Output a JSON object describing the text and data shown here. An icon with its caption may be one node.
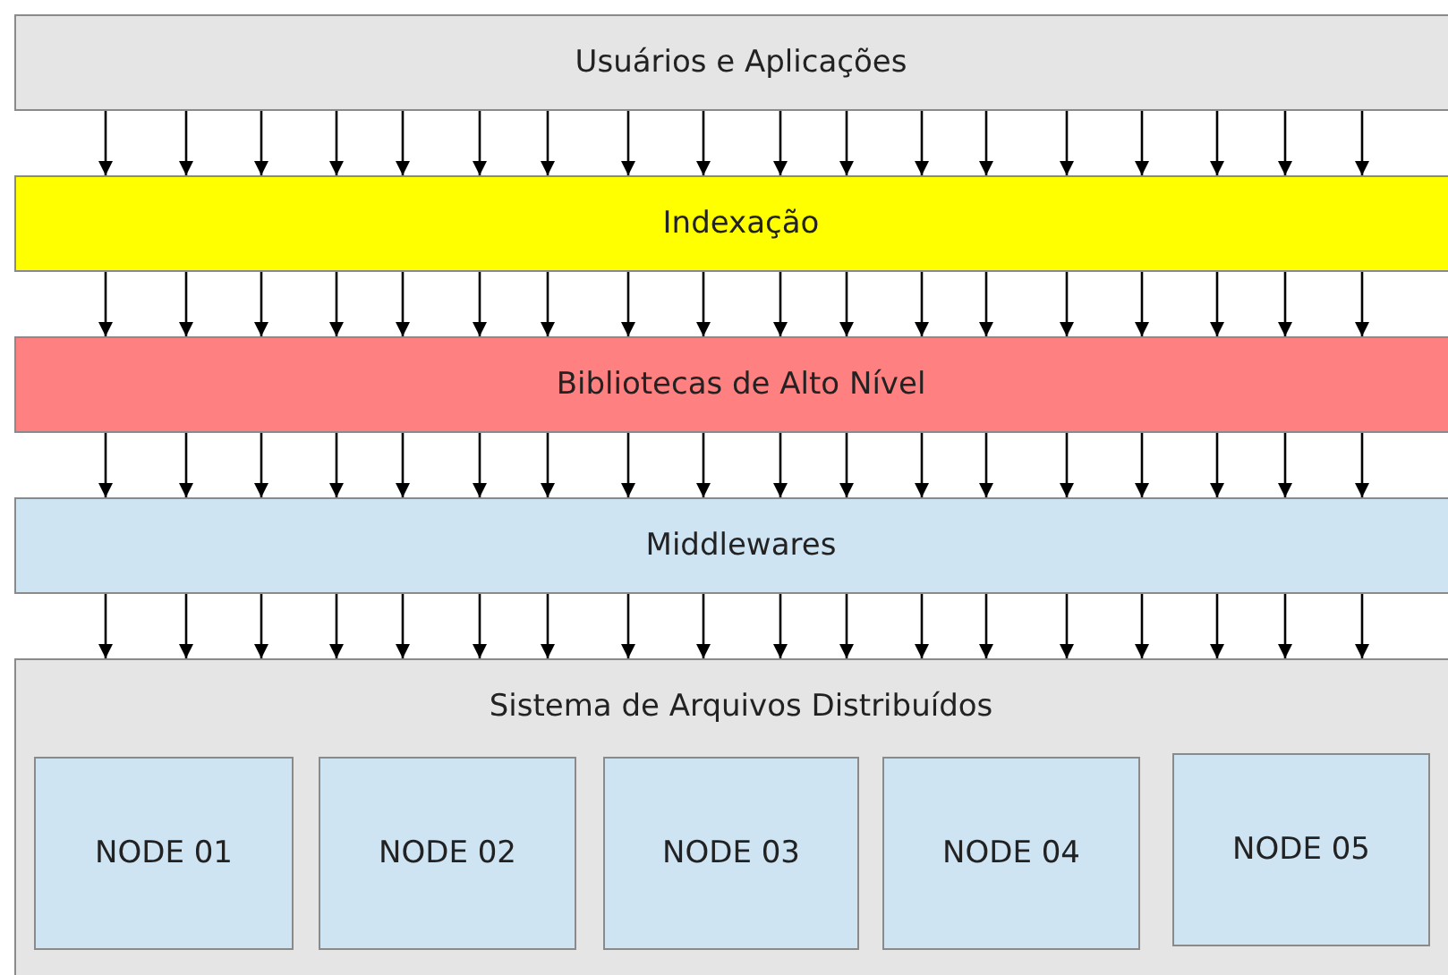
{
  "diagram": {
    "nodes": [
      {
        "text": [
          "Usuários e Aplicações"
        ]
      },
      {
        "text": [
          "Indexação"
        ]
      },
      {
        "text": [
          "Bibliotecas de Alto Nível"
        ]
      },
      {
        "text": [
          "Middlewares"
        ]
      },
      {
        "text": [
          "Sistema de Arquivos Distribuídos"
        ]
      },
      {
        "text": [
          "NODE 01"
        ],
        "in": 4
      },
      {
        "text": [
          "NODE 02"
        ],
        "in": 4
      },
      {
        "text": [
          "NODE 03"
        ],
        "in": 4
      },
      {
        "text": [
          "NODE 04"
        ],
        "in": 4
      },
      {
        "text": [
          "NODE 05"
        ],
        "in": 4
      }
    ],
    "edges": [
      {
        "from": 0,
        "to": 1,
        "arrow": "to"
      },
      {
        "from": 0,
        "to": 1,
        "arrow": "to"
      },
      {
        "from": 0,
        "to": 1,
        "arrow": "to"
      },
      {
        "from": 0,
        "to": 1,
        "arrow": "to"
      },
      {
        "from": 0,
        "to": 1,
        "arrow": "to"
      },
      {
        "from": 0,
        "to": 1,
        "arrow": "to"
      },
      {
        "from": 0,
        "to": 1,
        "arrow": "to"
      },
      {
        "from": 0,
        "to": 1,
        "arrow": "to"
      },
      {
        "from": 0,
        "to": 1,
        "arrow": "to"
      },
      {
        "from": 0,
        "to": 1,
        "arrow": "to"
      },
      {
        "from": 0,
        "to": 1,
        "arrow": "to"
      },
      {
        "from": 0,
        "to": 1,
        "arrow": "to"
      },
      {
        "from": 0,
        "to": 1,
        "arrow": "to"
      },
      {
        "from": 0,
        "to": 1,
        "arrow": "to"
      },
      {
        "from": 0,
        "to": 1,
        "arrow": "to"
      },
      {
        "from": 0,
        "to": 1,
        "arrow": "to"
      },
      {
        "from": 0,
        "to": 1,
        "arrow": "to"
      },
      {
        "from": 0,
        "to": 1,
        "arrow": "to"
      },
      {
        "from": 1,
        "to": 2,
        "arrow": "to"
      },
      {
        "from": 1,
        "to": 2,
        "arrow": "to"
      },
      {
        "from": 1,
        "to": 2,
        "arrow": "to"
      },
      {
        "from": 1,
        "to": 2,
        "arrow": "to"
      },
      {
        "from": 1,
        "to": 2,
        "arrow": "to"
      },
      {
        "from": 1,
        "to": 2,
        "arrow": "to"
      },
      {
        "from": 1,
        "to": 2,
        "arrow": "to"
      },
      {
        "from": 1,
        "to": 2,
        "arrow": "to"
      },
      {
        "from": 1,
        "to": 2,
        "arrow": "to"
      },
      {
        "from": 1,
        "to": 2,
        "arrow": "to"
      },
      {
        "from": 1,
        "to": 2,
        "arrow": "to"
      },
      {
        "from": 1,
        "to": 2,
        "arrow": "to"
      },
      {
        "from": 1,
        "to": 2,
        "arrow": "to"
      },
      {
        "from": 1,
        "to": 2,
        "arrow": "to"
      },
      {
        "from": 1,
        "to": 2,
        "arrow": "to"
      },
      {
        "from": 1,
        "to": 2,
        "arrow": "to"
      },
      {
        "from": 1,
        "to": 2,
        "arrow": "to"
      },
      {
        "from": 1,
        "to": 2,
        "arrow": "to"
      },
      {
        "from": 2,
        "to": 3,
        "arrow": "to"
      },
      {
        "from": 2,
        "to": 3,
        "arrow": "to"
      },
      {
        "from": 2,
        "to": 3,
        "arrow": "to"
      },
      {
        "from": 2,
        "to": 3,
        "arrow": "to"
      },
      {
        "from": 2,
        "to": 3,
        "arrow": "to"
      },
      {
        "from": 2,
        "to": 3,
        "arrow": "to"
      },
      {
        "from": 2,
        "to": 3,
        "arrow": "to"
      },
      {
        "from": 2,
        "to": 3,
        "arrow": "to"
      },
      {
        "from": 2,
        "to": 3,
        "arrow": "to"
      },
      {
        "from": 2,
        "to": 3,
        "arrow": "to"
      },
      {
        "from": 2,
        "to": 3,
        "arrow": "to"
      },
      {
        "from": 2,
        "to": 3,
        "arrow": "to"
      },
      {
        "from": 2,
        "to": 3,
        "arrow": "to"
      },
      {
        "from": 2,
        "to": 3,
        "arrow": "to"
      },
      {
        "from": 2,
        "to": 3,
        "arrow": "to"
      },
      {
        "from": 2,
        "to": 3,
        "arrow": "to"
      },
      {
        "from": 2,
        "to": 3,
        "arrow": "to"
      },
      {
        "from": 2,
        "to": 3,
        "arrow": "to"
      },
      {
        "from": 3,
        "to": 4,
        "arrow": "to"
      },
      {
        "from": 3,
        "to": 4,
        "arrow": "to"
      },
      {
        "from": 3,
        "to": 4,
        "arrow": "to"
      },
      {
        "from": 3,
        "to": 4,
        "arrow": "to"
      },
      {
        "from": 3,
        "to": 4,
        "arrow": "to"
      },
      {
        "from": 3,
        "to": 4,
        "arrow": "to"
      },
      {
        "from": 3,
        "to": 4,
        "arrow": "to"
      },
      {
        "from": 3,
        "to": 4,
        "arrow": "to"
      },
      {
        "from": 3,
        "to": 4,
        "arrow": "to"
      },
      {
        "from": 3,
        "to": 4,
        "arrow": "to"
      },
      {
        "from": 3,
        "to": 4,
        "arrow": "to"
      },
      {
        "from": 3,
        "to": 4,
        "arrow": "to"
      },
      {
        "from": 3,
        "to": 4,
        "arrow": "to"
      },
      {
        "from": 3,
        "to": 4,
        "arrow": "to"
      },
      {
        "from": 3,
        "to": 4,
        "arrow": "to"
      },
      {
        "from": 3,
        "to": 4,
        "arrow": "to"
      },
      {
        "from": 3,
        "to": 4,
        "arrow": "to"
      },
      {
        "from": 3,
        "to": 4,
        "arrow": "to"
      }
    ]
  }
}
